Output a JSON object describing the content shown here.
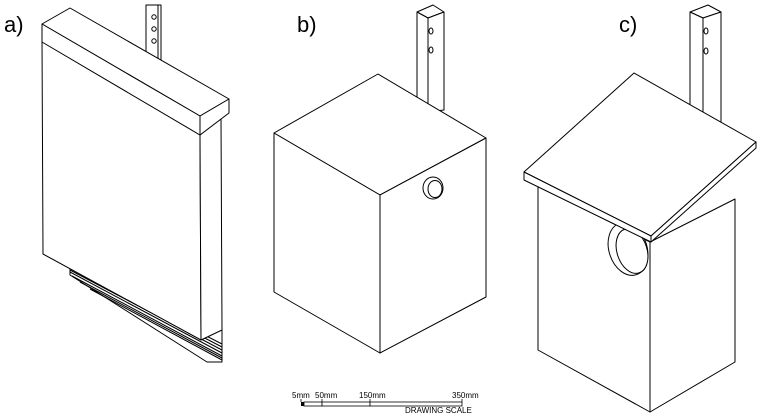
{
  "panels": [
    {
      "id": "a",
      "label": "a)"
    },
    {
      "id": "b",
      "label": "b)"
    },
    {
      "id": "c",
      "label": "c)"
    }
  ],
  "scale_bar": {
    "ticks": [
      "5mm",
      "50mm",
      "150mm",
      "350mm"
    ],
    "caption": "DRAWING SCALE"
  }
}
